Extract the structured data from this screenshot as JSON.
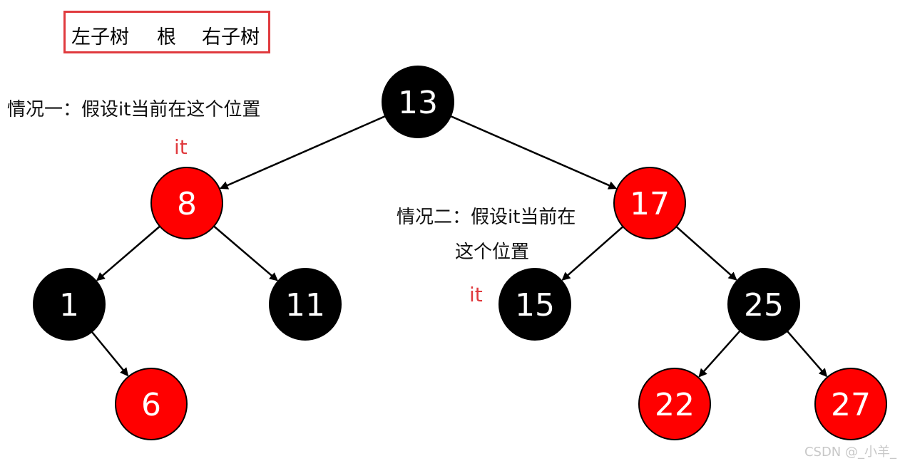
{
  "legend": {
    "left": "左子树",
    "root": "根",
    "right": "右子树"
  },
  "captions": {
    "case1": "情况一：假设it当前在这个位置",
    "case2_line1": "情况二：假设it当前在",
    "case2_line2": "这个位置"
  },
  "it_markers": [
    {
      "label": "it",
      "color": "#e03a3e"
    },
    {
      "label": "it",
      "color": "#e03a3e"
    }
  ],
  "colors": {
    "red": "#ff0000",
    "black": "#000000",
    "legend_border": "#e03a3e",
    "text": "#ffffff"
  },
  "tree": {
    "nodes": [
      {
        "id": "n13",
        "label": "13",
        "color": "black"
      },
      {
        "id": "n8",
        "label": "8",
        "color": "red"
      },
      {
        "id": "n17",
        "label": "17",
        "color": "red"
      },
      {
        "id": "n1",
        "label": "1",
        "color": "black"
      },
      {
        "id": "n11",
        "label": "11",
        "color": "black"
      },
      {
        "id": "n15",
        "label": "15",
        "color": "black"
      },
      {
        "id": "n25",
        "label": "25",
        "color": "black"
      },
      {
        "id": "n6",
        "label": "6",
        "color": "red"
      },
      {
        "id": "n22",
        "label": "22",
        "color": "red"
      },
      {
        "id": "n27",
        "label": "27",
        "color": "red"
      }
    ],
    "edges": [
      [
        "n13",
        "n8"
      ],
      [
        "n13",
        "n17"
      ],
      [
        "n8",
        "n1"
      ],
      [
        "n8",
        "n11"
      ],
      [
        "n17",
        "n15"
      ],
      [
        "n17",
        "n25"
      ],
      [
        "n1",
        "n6"
      ],
      [
        "n25",
        "n22"
      ],
      [
        "n25",
        "n27"
      ]
    ]
  },
  "watermark": "CSDN @_小羊_"
}
